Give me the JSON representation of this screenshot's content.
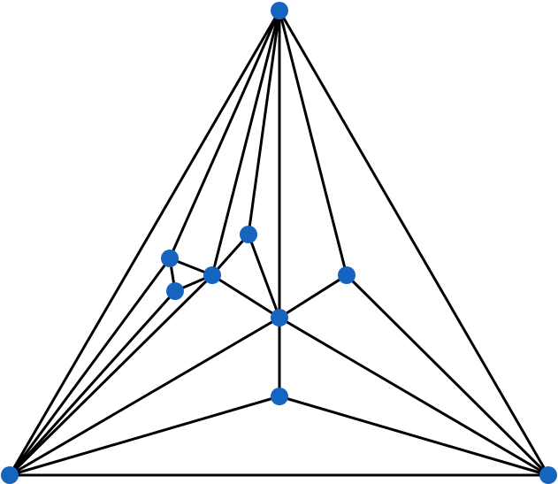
{
  "graph": {
    "node_color": "#1565c0",
    "edge_color": "#000000",
    "nodes": [
      {
        "id": "top"
      },
      {
        "id": "bottom-left"
      },
      {
        "id": "bottom-right"
      },
      {
        "id": "upper-inner"
      },
      {
        "id": "left-inner-a"
      },
      {
        "id": "left-inner-b"
      },
      {
        "id": "left-inner-c"
      },
      {
        "id": "right-inner"
      },
      {
        "id": "center"
      },
      {
        "id": "lower-center"
      }
    ],
    "edges": [
      [
        "top",
        "bottom-left"
      ],
      [
        "top",
        "bottom-right"
      ],
      [
        "bottom-left",
        "bottom-right"
      ],
      [
        "top",
        "left-inner-a"
      ],
      [
        "top",
        "left-inner-c"
      ],
      [
        "top",
        "upper-inner"
      ],
      [
        "top",
        "center"
      ],
      [
        "top",
        "right-inner"
      ],
      [
        "left-inner-a",
        "left-inner-c"
      ],
      [
        "left-inner-a",
        "left-inner-b"
      ],
      [
        "left-inner-b",
        "left-inner-c"
      ],
      [
        "left-inner-c",
        "upper-inner"
      ],
      [
        "left-inner-c",
        "center"
      ],
      [
        "upper-inner",
        "center"
      ],
      [
        "right-inner",
        "center"
      ],
      [
        "right-inner",
        "bottom-right"
      ],
      [
        "center",
        "bottom-right"
      ],
      [
        "center",
        "bottom-left"
      ],
      [
        "center",
        "lower-center"
      ],
      [
        "lower-center",
        "bottom-left"
      ],
      [
        "lower-center",
        "bottom-right"
      ],
      [
        "bottom-left",
        "left-inner-a"
      ],
      [
        "bottom-left",
        "left-inner-b"
      ],
      [
        "bottom-left",
        "left-inner-c"
      ]
    ]
  }
}
